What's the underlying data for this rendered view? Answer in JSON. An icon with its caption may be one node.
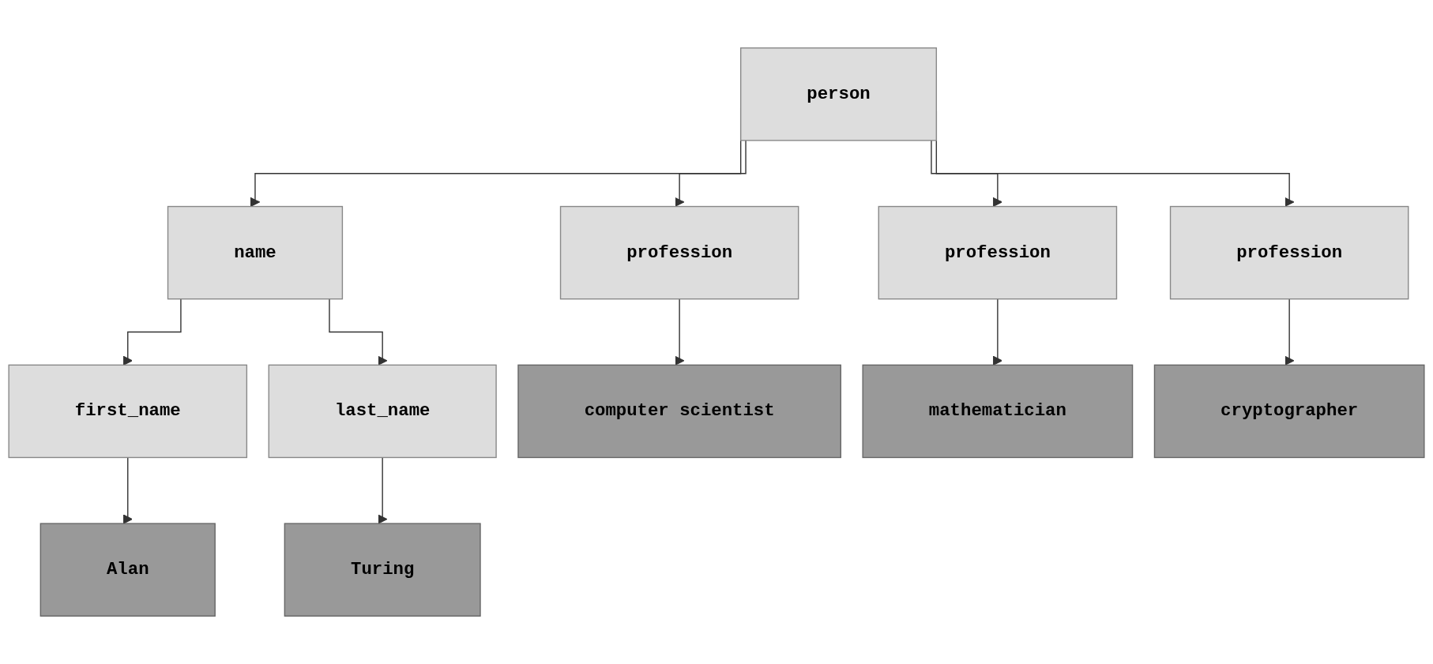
{
  "diagram": {
    "nodes": [
      {
        "text": [
          "person"
        ]
      },
      {
        "text": [
          "name"
        ]
      },
      {
        "text": [
          "profession"
        ]
      },
      {
        "text": [
          "profession"
        ]
      },
      {
        "text": [
          "profession"
        ]
      },
      {
        "text": [
          "first_name"
        ]
      },
      {
        "text": [
          "last_name"
        ]
      },
      {
        "text": [
          "computer scientist"
        ]
      },
      {
        "text": [
          "mathematician"
        ]
      },
      {
        "text": [
          "cryptographer"
        ]
      },
      {
        "text": [
          "Alan"
        ]
      },
      {
        "text": [
          "Turing"
        ]
      }
    ],
    "edges": [
      {
        "from": 0,
        "to": 1,
        "arrow": "to"
      },
      {
        "from": 0,
        "to": 2,
        "arrow": "to"
      },
      {
        "from": 0,
        "to": 3,
        "arrow": "to"
      },
      {
        "from": 0,
        "to": 4,
        "arrow": "to"
      },
      {
        "from": 1,
        "to": 5,
        "arrow": "to"
      },
      {
        "from": 1,
        "to": 6,
        "arrow": "to"
      },
      {
        "from": 2,
        "to": 7,
        "arrow": "to"
      },
      {
        "from": 3,
        "to": 8,
        "arrow": "to"
      },
      {
        "from": 4,
        "to": 9,
        "arrow": "to"
      },
      {
        "from": 5,
        "to": 10,
        "arrow": "to"
      },
      {
        "from": 6,
        "to": 11,
        "arrow": "to"
      }
    ]
  }
}
